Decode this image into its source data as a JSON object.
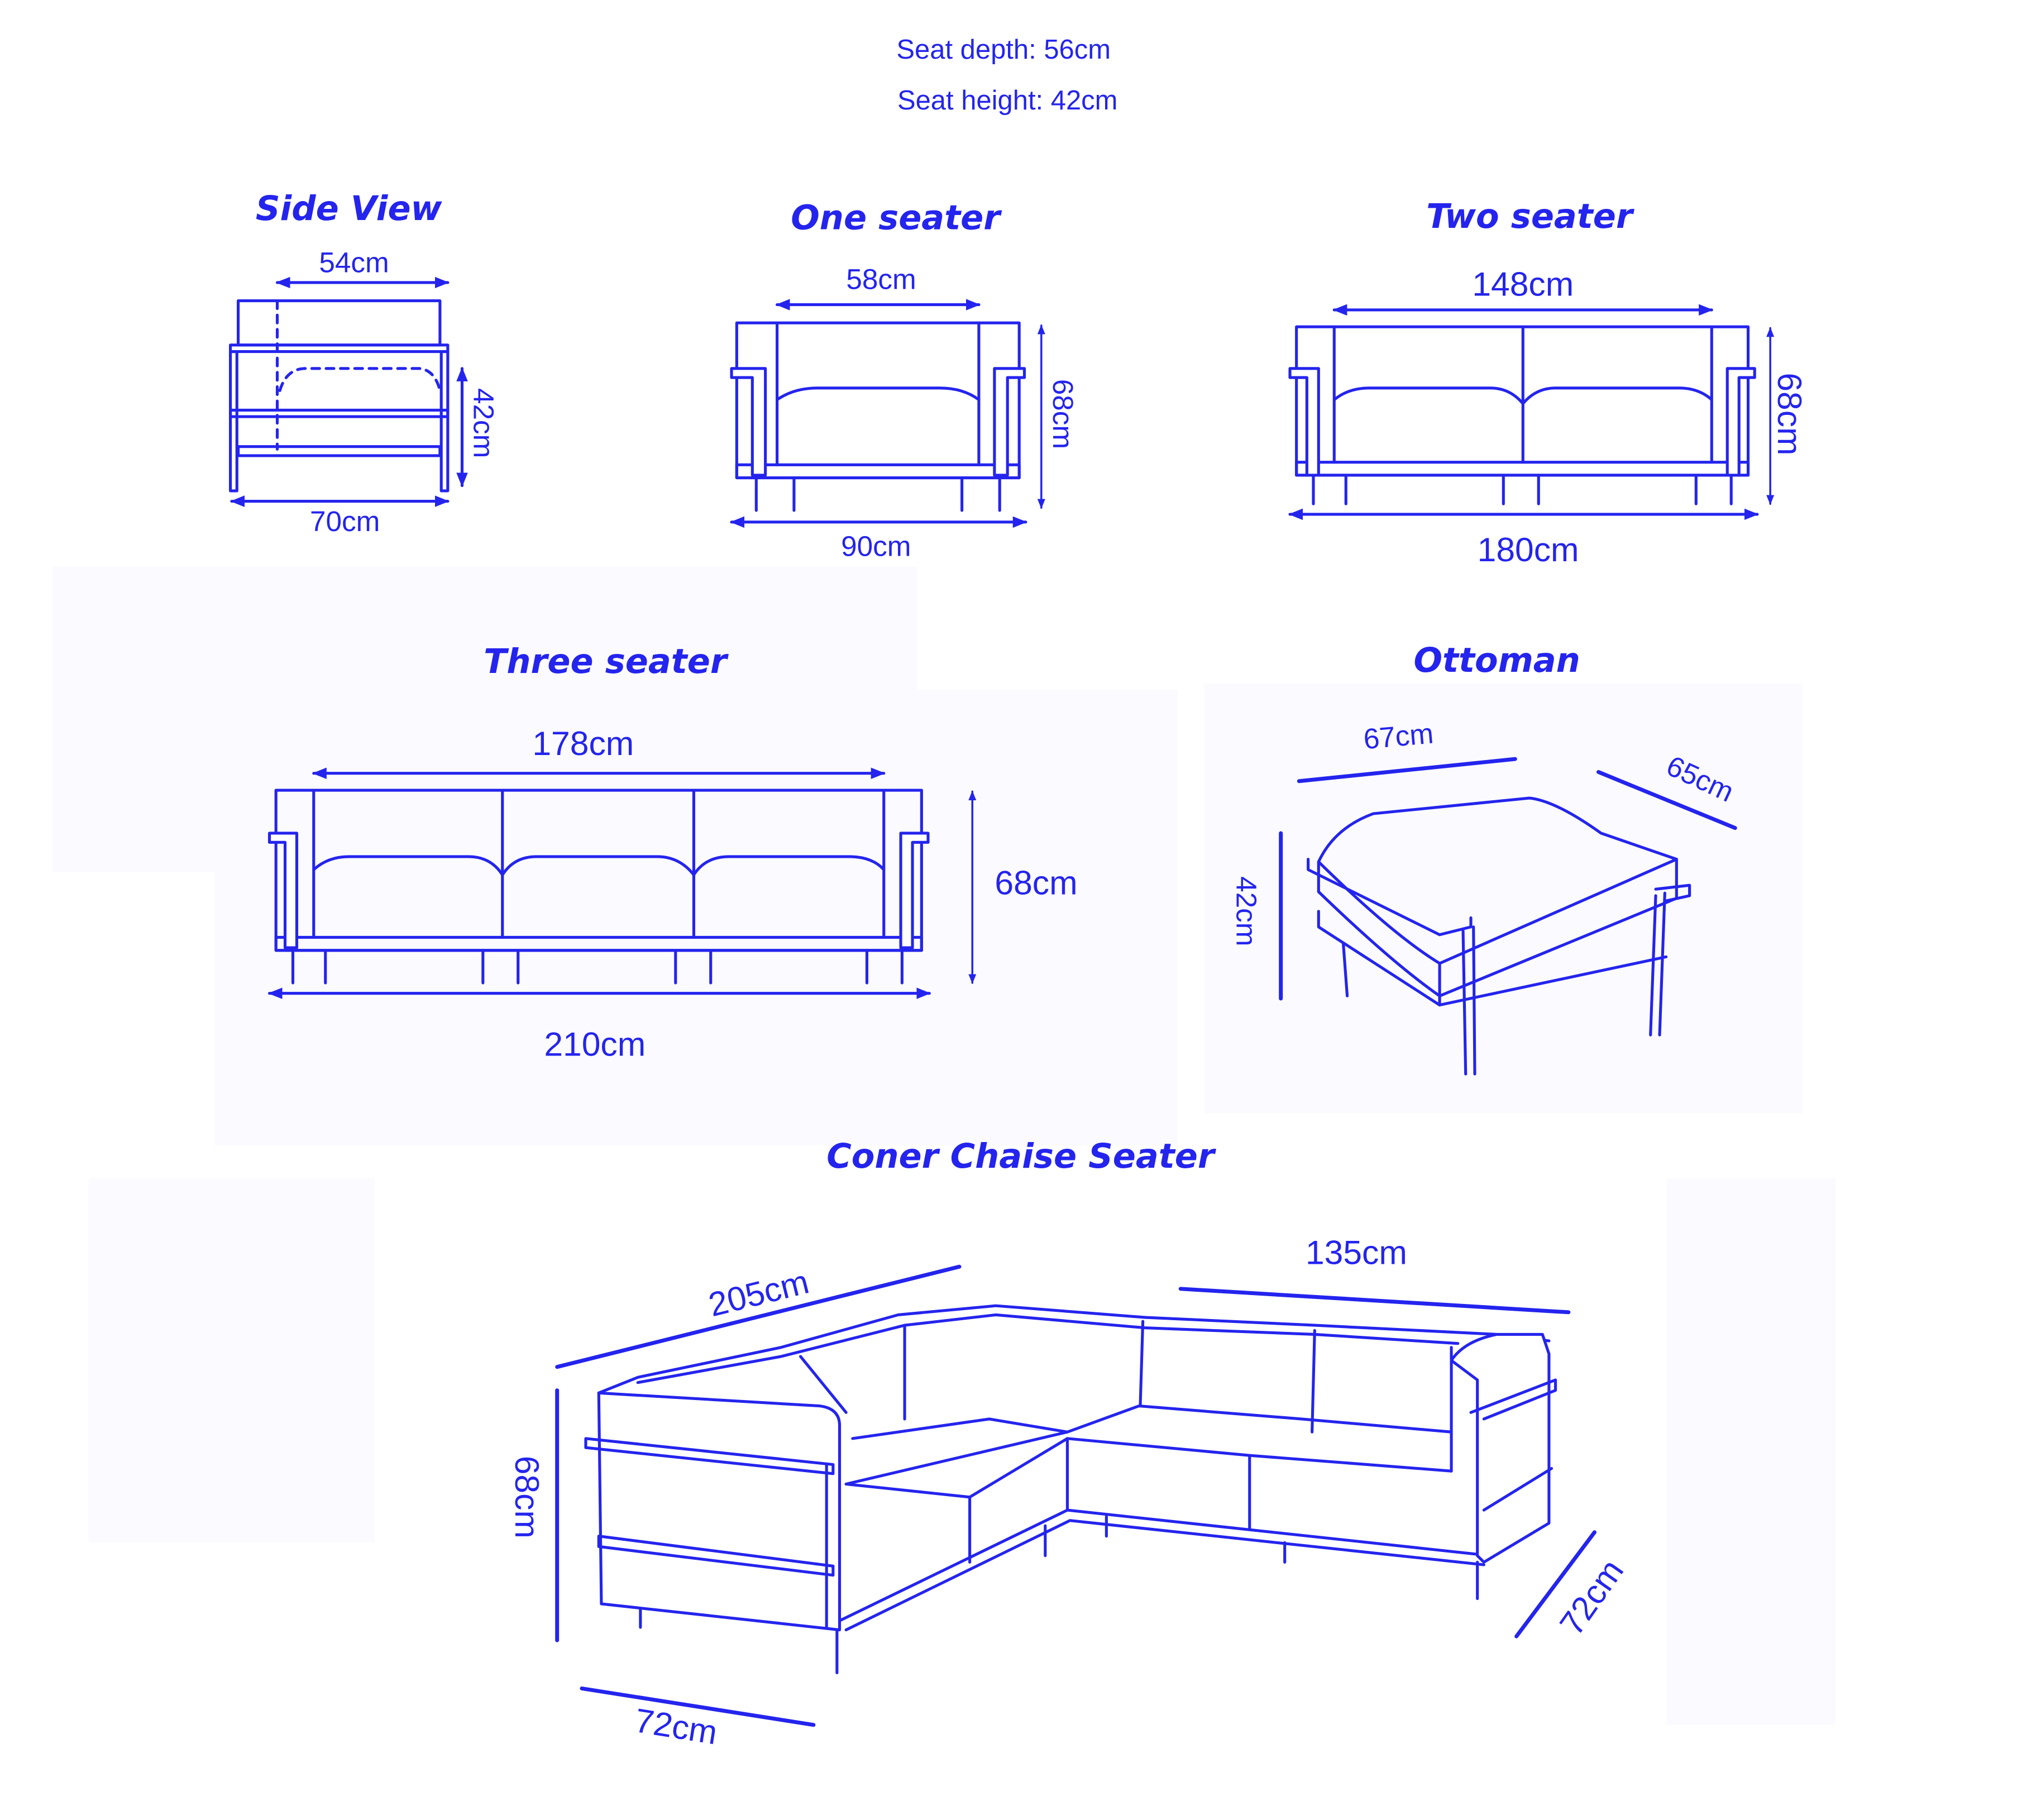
{
  "header": {
    "seat_depth": "Seat depth: 56cm",
    "seat_height": "Seat height: 42cm"
  },
  "views": {
    "side_view": {
      "title": "Side View",
      "top_width": "54cm",
      "bottom_width": "70cm",
      "height": "42cm"
    },
    "one_seater": {
      "title": "One seater",
      "inner_width": "58cm",
      "outer_width": "90cm",
      "height": "68cm"
    },
    "two_seater": {
      "title": "Two seater",
      "inner_width": "148cm",
      "outer_width": "180cm",
      "height": "68cm"
    },
    "three_seater": {
      "title": "Three seater",
      "inner_width": "178cm",
      "outer_width": "210cm",
      "height": "68cm"
    },
    "ottoman": {
      "title": "Ottoman",
      "width": "67cm",
      "depth": "65cm",
      "height": "42cm"
    },
    "corner_chaise": {
      "title": "Coner Chaise Seater",
      "long_side": "205cm",
      "short_side": "135cm",
      "height": "68cm",
      "depth_left": "72cm",
      "depth_right": "72cm"
    }
  },
  "colors": {
    "line": "#2424ee",
    "background": "#ffffff"
  }
}
